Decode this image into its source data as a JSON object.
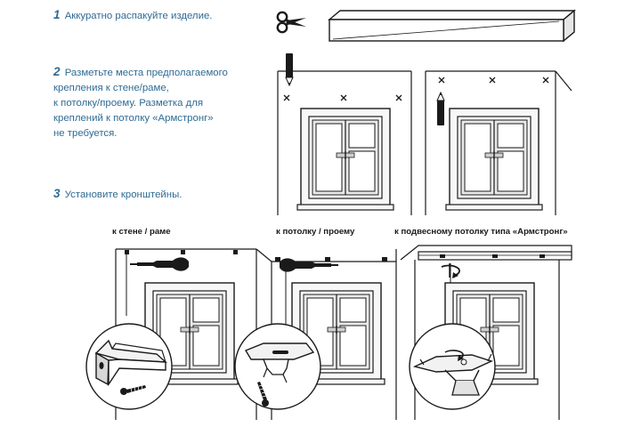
{
  "steps": [
    {
      "number": "1",
      "text": "Аккуратно распакуйте изделие."
    },
    {
      "number": "2",
      "text": "Разметьте места предполагаемого\nкрепления к стене/раме,\nк потолку/проему. Разметка для\nкреплений к потолку «Армстронг»\nне требуется."
    },
    {
      "number": "3",
      "text": "Установите кронштейны."
    }
  ],
  "captions": {
    "wall": "к стене / раме",
    "ceiling": "к потолку / проему",
    "armstrong": "к подвесному потолку типа «Армстронг»"
  },
  "colors": {
    "step_text": "#2f6b93",
    "line": "#1a1a1a",
    "window_fill": "#ececec"
  },
  "icons": [
    "scissors-icon",
    "pencil-icon",
    "screwdriver-icon",
    "screw-icon",
    "bracket-icon",
    "rotate-arrow-icon"
  ]
}
